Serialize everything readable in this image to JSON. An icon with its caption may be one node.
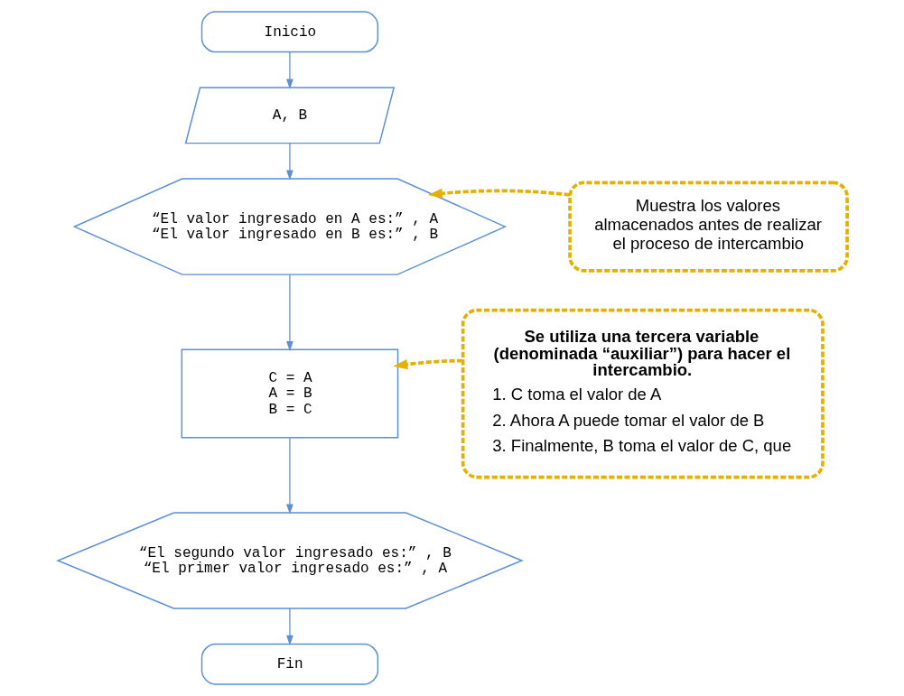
{
  "diagram": {
    "nodes": [
      {
        "text": [
          "Inicio"
        ]
      },
      {
        "text": [
          "A, B"
        ]
      },
      {
        "text": [
          "“El valor ingresado en A es:” , A",
          "“El valor ingresado en B es:” , B"
        ]
      },
      {
        "text": [
          "C = A",
          "A = B",
          "B = C"
        ]
      },
      {
        "text": [
          "“El segundo valor ingresado es:” , B",
          "“El primer valor ingresado es:” , A"
        ]
      },
      {
        "text": [
          "Fin"
        ]
      },
      {
        "text": [
          "Muestra los valores almacenados antes de realizar el proceso de intercambio"
        ]
      },
      {
        "text": [
          "Se utiliza una tercera variable (denominada “auxiliar”) para hacer el intercambio.",
          "1. C toma el valor de A",
          "2. Ahora A puede tomar el valor de B",
          "3. Finalmente, B toma el valor de C, que"
        ]
      }
    ],
    "edges": [
      {
        "from": 0,
        "to": 1,
        "arrow": "to"
      },
      {
        "from": 1,
        "to": 2,
        "arrow": "to"
      },
      {
        "from": 2,
        "to": 3,
        "arrow": "to"
      },
      {
        "from": 3,
        "to": 4,
        "arrow": "to"
      },
      {
        "from": 4,
        "to": 5,
        "arrow": "to"
      },
      {
        "from": 6,
        "to": 2,
        "arrow": "to",
        "style": "dashed",
        "color": "#e6b000"
      },
      {
        "from": 7,
        "to": 3,
        "arrow": "to",
        "style": "dashed",
        "color": "#e6b000"
      }
    ]
  }
}
